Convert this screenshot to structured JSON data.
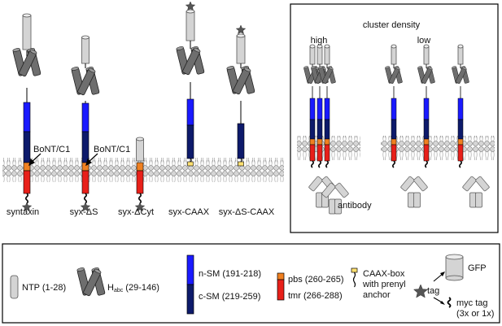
{
  "constructs": [
    {
      "name": "syntaxin"
    },
    {
      "name": "syx-ΔS"
    },
    {
      "name": "syx-ΔCyt"
    },
    {
      "name": "syx-CAAX"
    },
    {
      "name": "syx-ΔS-CAAX"
    }
  ],
  "annotations": {
    "bont_left": "BoNT/C1",
    "bont_right": "BoNT/C1"
  },
  "inset": {
    "title": "cluster density",
    "high_label": "high",
    "low_label": "low",
    "antibody_label": "antibody"
  },
  "legend": {
    "ntp": "NTP (1-28)",
    "habc_main": "H",
    "habc_sub": "abc",
    "habc_range": " (29-146)",
    "nsm": "n-SM (191-218)",
    "csm": "c-SM (219-259)",
    "pbs": "pbs (260-265)",
    "tmr": "tmr (266-288)",
    "caax_line1": "CAAX-box",
    "caax_line2": "with prenyl",
    "caax_line3": "anchor",
    "gfp": "GFP",
    "tag": "tag",
    "myc_line1": "myc tag",
    "myc_line2": "(3x or 1x)"
  },
  "colors": {
    "nsm_blue": "#1a1aff",
    "csm_navy": "#0d1a6b",
    "pbs_orange": "#f08020",
    "tmr_red": "#e8201a",
    "caax_yellow": "#ffe070",
    "ntp_gray": "#d4d4d4",
    "habc_gray": "#6e6e6e",
    "star_gray": "#555555"
  }
}
